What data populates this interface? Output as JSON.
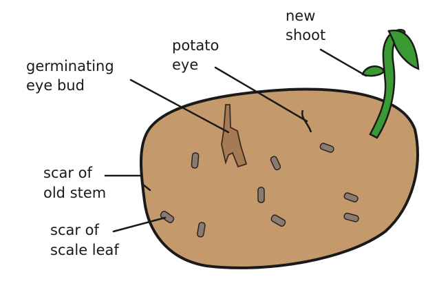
{
  "title": "Potato tuber diagram",
  "colors": {
    "potato": "#C49A6C",
    "outline": "#1a1a1a",
    "shoot": "#3A9A33",
    "bud": "#A57A55",
    "scar": "#8A7A70"
  },
  "labels": {
    "new_shoot": [
      "new",
      "shoot"
    ],
    "potato_eye": [
      "potato",
      "eye"
    ],
    "germinating_eye_bud": [
      "germinating",
      "eye bud"
    ],
    "scar_old_stem": [
      "scar of",
      "old stem"
    ],
    "scar_scale_leaf": [
      "scar of",
      "scale leaf"
    ]
  }
}
